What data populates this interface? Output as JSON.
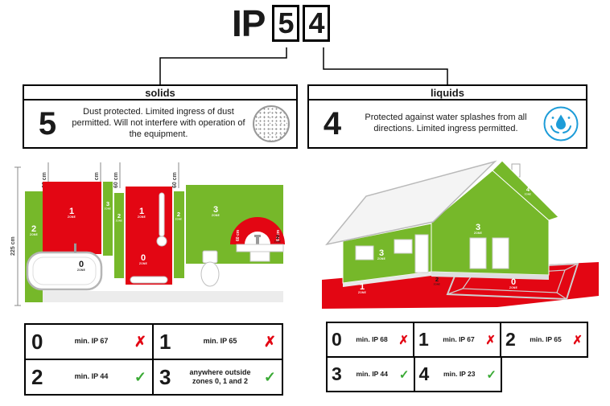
{
  "title": {
    "prefix": "IP",
    "solids_digit": "5",
    "liquids_digit": "4"
  },
  "solids": {
    "header": "solids",
    "rating": "5",
    "description": "Dust protected. Limited ingress of dust permitted. Will not interfere with operation of the equipment."
  },
  "liquids": {
    "header": "liquids",
    "rating": "4",
    "description": "Protected against water splashes from all directions. Limited ingress permitted."
  },
  "bathroom": {
    "height_dim": "225 cm",
    "top_dims": [
      "60 cm",
      "60 cm",
      "60 cm",
      "60 cm"
    ],
    "sink_dims": [
      "60 cm",
      "60 cm"
    ],
    "zone_word": "ZONE",
    "zones": {
      "left_strip": "2",
      "tub_wall": "1",
      "strip_upper": "3",
      "strip_lower": "2",
      "shower_upper": "1",
      "shower_floor": "0",
      "tub": "0",
      "basin_strip": "2",
      "right_wall": "3",
      "sink": "2"
    }
  },
  "house": {
    "zone_word": "ZONE",
    "zones": {
      "ground": "1",
      "foundation": "2",
      "side_wall": "3",
      "gable": "3",
      "roof_edge": "4",
      "pool": "0"
    }
  },
  "bathroom_table": [
    {
      "zone": "0",
      "req": "min. IP 67",
      "mark": "✗"
    },
    {
      "zone": "1",
      "req": "min. IP 65",
      "mark": "✗"
    },
    {
      "zone": "2",
      "req": "min. IP 44",
      "mark": "✓"
    },
    {
      "zone": "3",
      "req": "anywhere outside zones 0, 1 and 2",
      "mark": "✓"
    }
  ],
  "house_table": {
    "row1": [
      {
        "zone": "0",
        "req": "min. IP 68",
        "mark": "✗"
      },
      {
        "zone": "1",
        "req": "min. IP 67",
        "mark": "✗"
      },
      {
        "zone": "2",
        "req": "min. IP 65",
        "mark": "✗"
      }
    ],
    "row2": [
      {
        "zone": "3",
        "req": "min. IP 44",
        "mark": "✓"
      },
      {
        "zone": "4",
        "req": "min. IP 23",
        "mark": "✓"
      }
    ]
  },
  "colors": {
    "red": "#e30613",
    "green": "#76b82a",
    "check_green": "#3aaa35",
    "cross_red": "#e30613",
    "water_blue": "#1d9cd8"
  }
}
